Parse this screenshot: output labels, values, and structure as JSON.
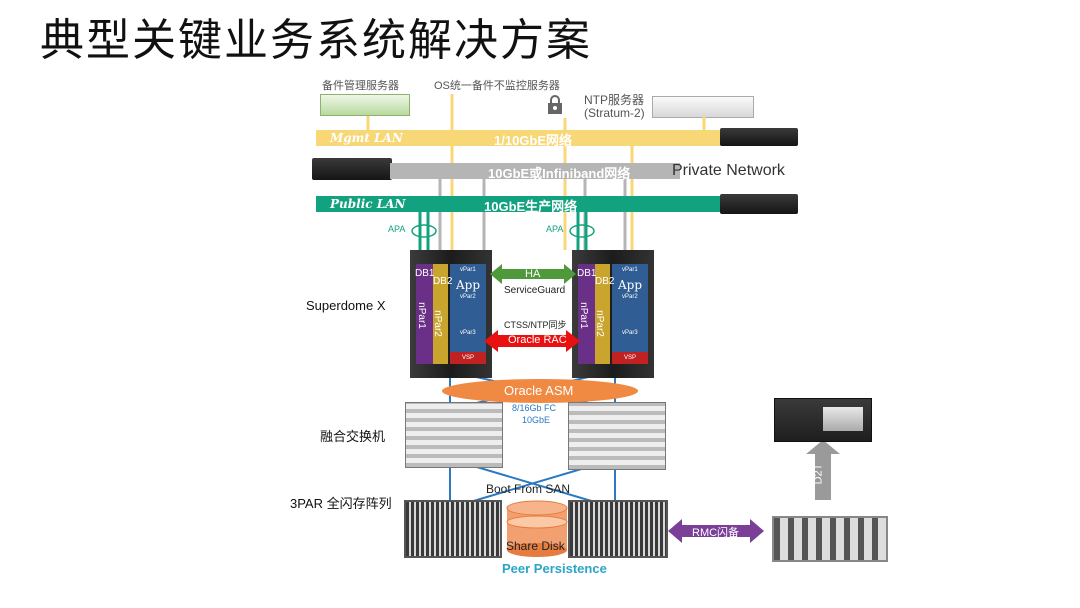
{
  "title": "典型关键业务系统解决方案",
  "top_labels": {
    "spare_server": "备件管理服务器",
    "os_monitor": "OS统一备件不监控服务器",
    "ntp_line1": "NTP服务器",
    "ntp_line2": "(Stratum-2)"
  },
  "networks": {
    "mgmt_tag": "Mgmt LAN",
    "mgmt_label": "1/10GbE网络",
    "private_label": "10GbE或Infiniband网络",
    "private_name": "Private Network",
    "public_tag": "Public LAN",
    "public_label": "10GbE生产网络"
  },
  "apa": "APA",
  "side_labels": {
    "superdome": "Superdome X",
    "switch": "融合交换机",
    "storage": "3PAR 全闪存阵列"
  },
  "rack": {
    "db1": "DB1",
    "db2": "DB2",
    "npar1": "nPar1",
    "npar2": "nPar2",
    "app": "App",
    "vpar1": "vPar1",
    "vpar2": "vPar2",
    "vpar3": "vPar3",
    "vsp": "VSP"
  },
  "ha": {
    "label": "HA",
    "sub": "ServiceGuard"
  },
  "ctss": "CTSS/NTP同步",
  "rac": "Oracle RAC",
  "asm": "Oracle ASM",
  "fc_line1": "8/16Gb FC",
  "fc_line2": "10GbE",
  "boot": "Boot From SAN",
  "share_disk": "Share Disk",
  "peer": "Peer Persistence",
  "rmc": "RMC闪备",
  "d2t": "D2T",
  "colors": {
    "mgmt": "#f8d777",
    "private": "#b5b5b5",
    "public": "#13a27f",
    "ha_arrow": "#4e9a3a",
    "rac_arrow": "#e81010",
    "asm": "#f08a43",
    "rmc": "#7b3f98",
    "cross_lines": "#2a79c2",
    "peer": "#2aa5c8"
  }
}
